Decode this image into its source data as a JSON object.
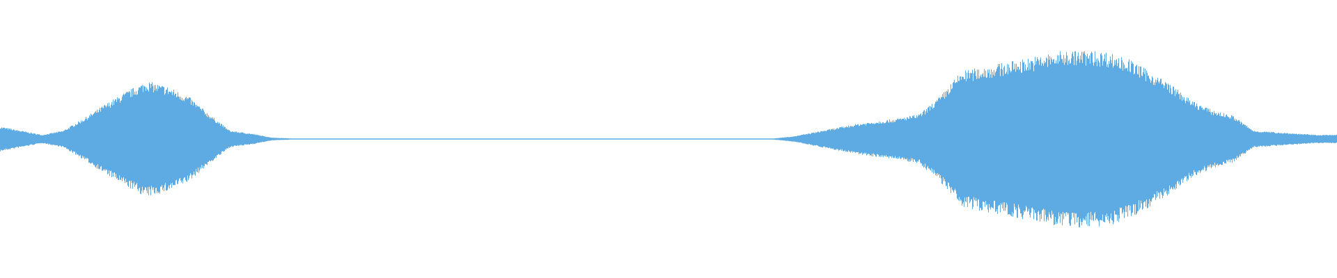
{
  "waveform": {
    "color": "#5dabe2",
    "background": "#ffffff",
    "amplitude_envelope": [
      0.09,
      0.06,
      0.03,
      0.06,
      0.15,
      0.25,
      0.34,
      0.42,
      0.38,
      0.31,
      0.18,
      0.06,
      0.04,
      0.01,
      0.004,
      0.004,
      0.004,
      0.004,
      0.004,
      0.004,
      0.004,
      0.004,
      0.004,
      0.004,
      0.004,
      0.004,
      0.004,
      0.004,
      0.004,
      0.004,
      0.004,
      0.004,
      0.004,
      0.004,
      0.004,
      0.004,
      0.004,
      0.004,
      0.02,
      0.05,
      0.08,
      0.11,
      0.13,
      0.15,
      0.18,
      0.31,
      0.49,
      0.52,
      0.55,
      0.58,
      0.61,
      0.64,
      0.64,
      0.63,
      0.58,
      0.49,
      0.4,
      0.28,
      0.21,
      0.17,
      0.06,
      0.05,
      0.04,
      0.03
    ]
  }
}
